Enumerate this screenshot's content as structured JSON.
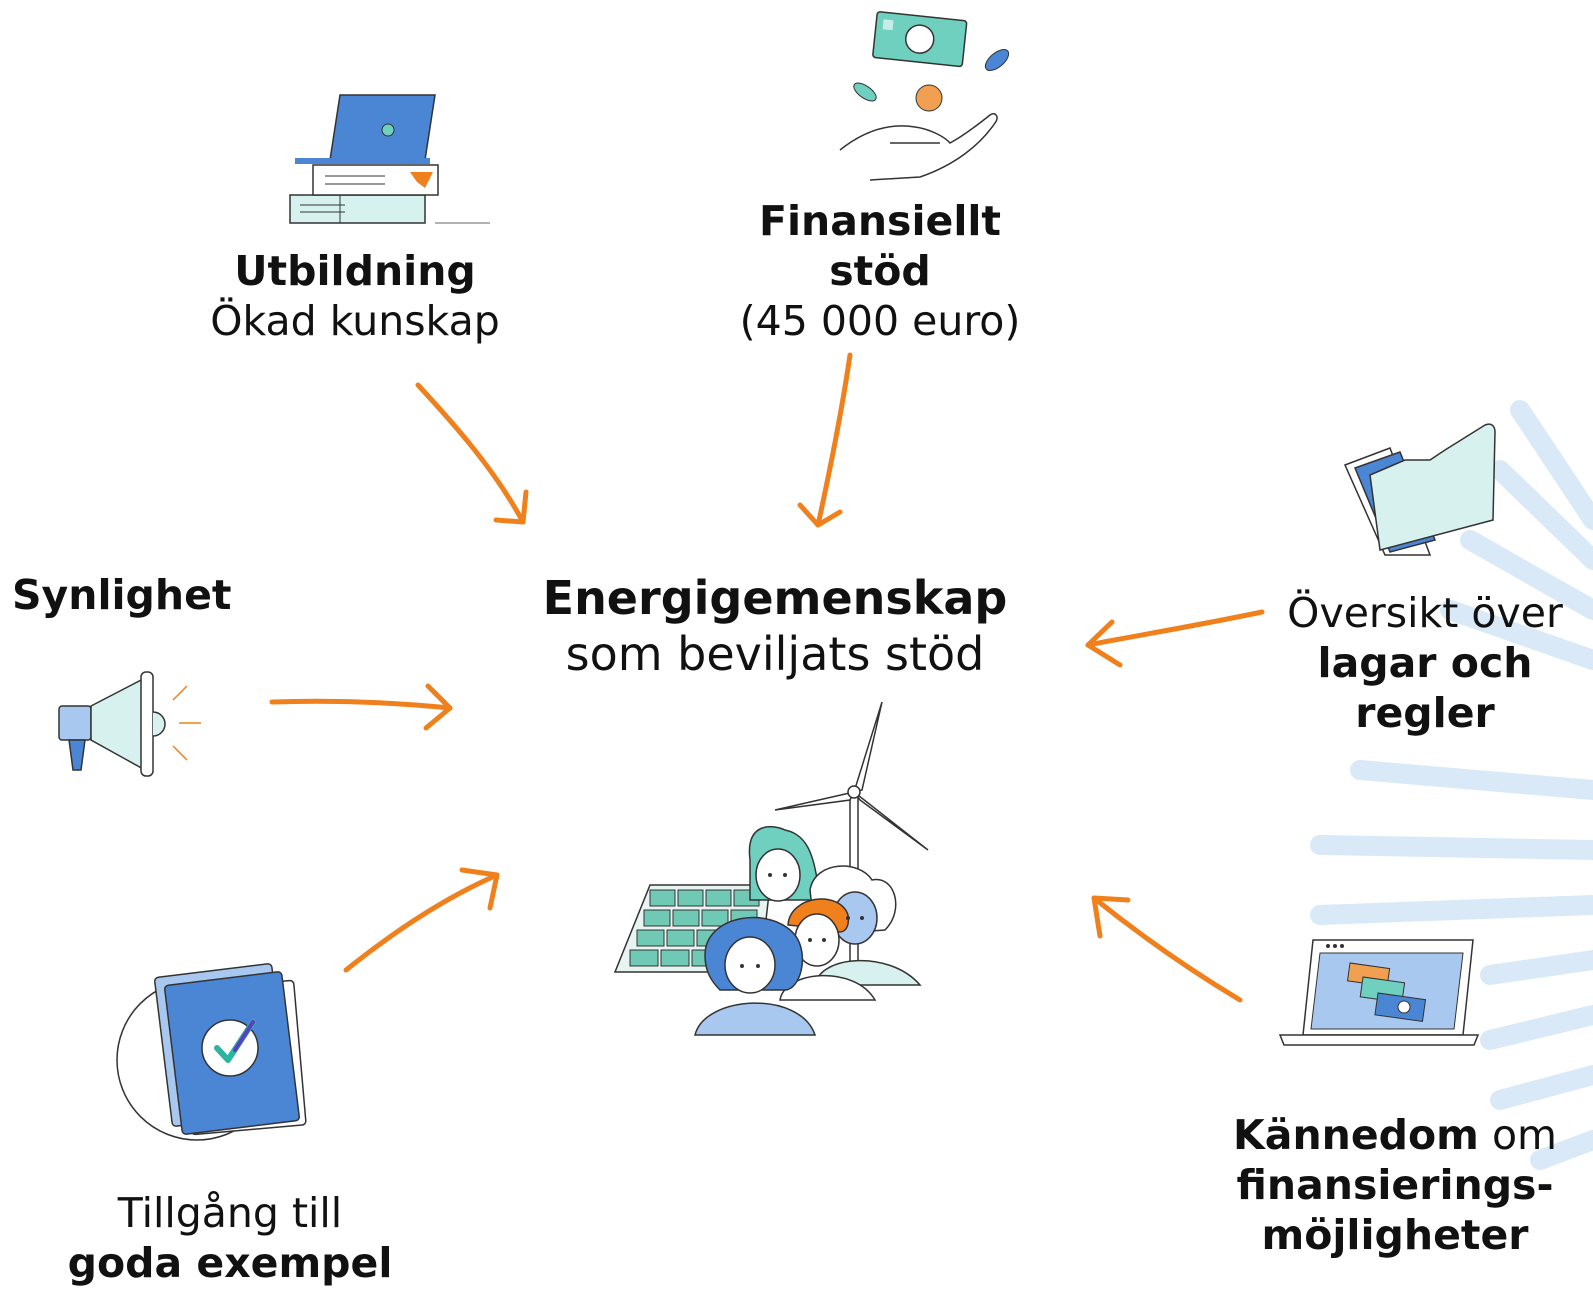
{
  "center": {
    "title": "Energigemenskap",
    "subtitle": "som beviljats stöd"
  },
  "nodes": {
    "utbildning": {
      "title": "Utbildning",
      "text": "Ökad kunskap"
    },
    "finansiellt": {
      "title_line1": "Finansiellt",
      "title_line2": "stöd",
      "text": "(45 000 euro)"
    },
    "synlighet": {
      "title": "Synlighet"
    },
    "oversikt": {
      "text": "Översikt över",
      "bold_line1": "lagar och",
      "bold_line2": "regler"
    },
    "kannedom": {
      "bold": "Kännedom",
      "text": " om",
      "bold_line2": "finansierings-",
      "bold_line3": "möjligheter"
    },
    "exempel": {
      "text": "Tillgång till",
      "bold": "goda exempel"
    }
  },
  "colors": {
    "arrow": "#f0801c",
    "blue": "#4a86d4",
    "teal": "#6fd0bf",
    "light_teal": "#d6f1ee",
    "light_blue": "#a9c8ef",
    "ray": "#d3e6f6"
  },
  "icons": {
    "utbildning": "laptop-on-books-icon",
    "finansiellt": "hand-with-money-icon",
    "synlighet": "megaphone-icon",
    "oversikt": "folder-icon",
    "kannedom": "laptop-with-money-icon",
    "exempel": "checklist-card-icon",
    "center": "community-solar-wind-illustration"
  }
}
